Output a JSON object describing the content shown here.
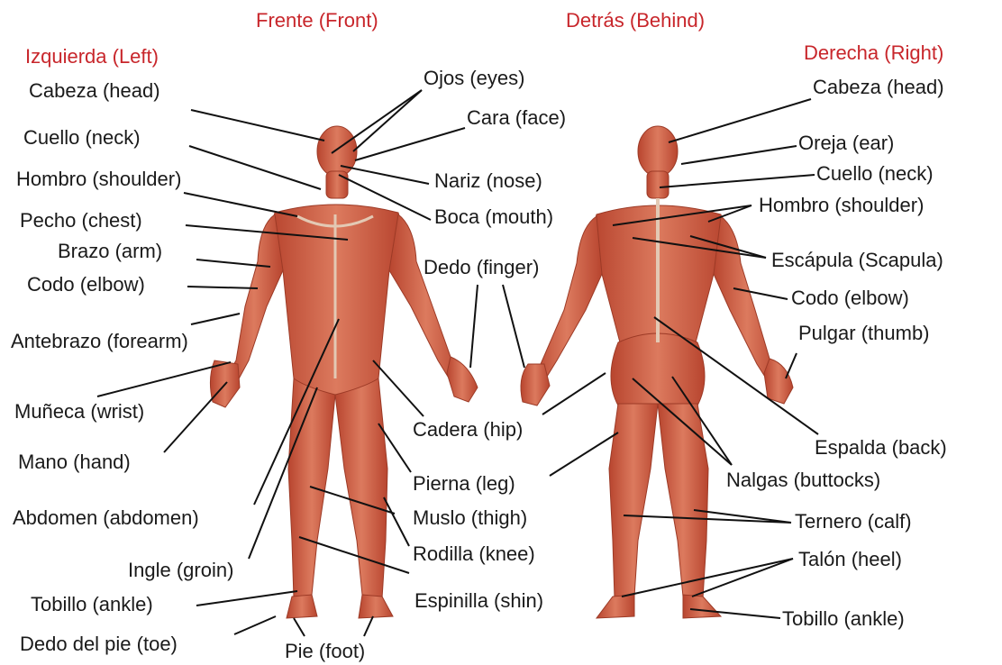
{
  "colors": {
    "heading": "#c8262b",
    "label": "#1a1a1a",
    "leader": "#111111",
    "skin": "#c8583f",
    "skin_light": "#e0937a",
    "tendon": "#e3c9b4"
  },
  "headings": {
    "front": "Frente (Front)",
    "behind": "Detrás (Behind)",
    "left": "Izquierda (Left)",
    "right": "Derecha (Right)"
  },
  "front_left_labels": {
    "head": "Cabeza (head)",
    "neck": "Cuello (neck)",
    "shoulder": "Hombro (shoulder)",
    "chest": "Pecho (chest)",
    "arm": "Brazo (arm)",
    "elbow": "Codo (elbow)",
    "forearm": "Antebrazo (forearm)",
    "wrist": "Muñeca (wrist)",
    "hand": "Mano (hand)",
    "abdomen": "Abdomen (abdomen)",
    "groin": "Ingle (groin)",
    "ankle": "Tobillo (ankle)",
    "toe": "Dedo del pie (toe)",
    "foot": "Pie (foot)"
  },
  "center_labels": {
    "eyes": "Ojos (eyes)",
    "face": "Cara (face)",
    "nose": "Nariz (nose)",
    "mouth": "Boca (mouth)",
    "finger": "Dedo (finger)",
    "hip": "Cadera (hip)",
    "leg": "Pierna (leg)",
    "thigh": "Muslo (thigh)",
    "knee": "Rodilla (knee)",
    "shin": "Espinilla (shin)"
  },
  "back_right_labels": {
    "head": "Cabeza (head)",
    "ear": "Oreja (ear)",
    "neck": "Cuello (neck)",
    "shoulder": "Hombro (shoulder)",
    "scapula": "Escápula (Scapula)",
    "elbow": "Codo (elbow)",
    "thumb": "Pulgar (thumb)",
    "back": "Espalda (back)",
    "buttocks": "Nalgas (buttocks)",
    "calf": "Ternero (calf)",
    "heel": "Talón (heel)",
    "ankle": "Tobillo (ankle)"
  }
}
